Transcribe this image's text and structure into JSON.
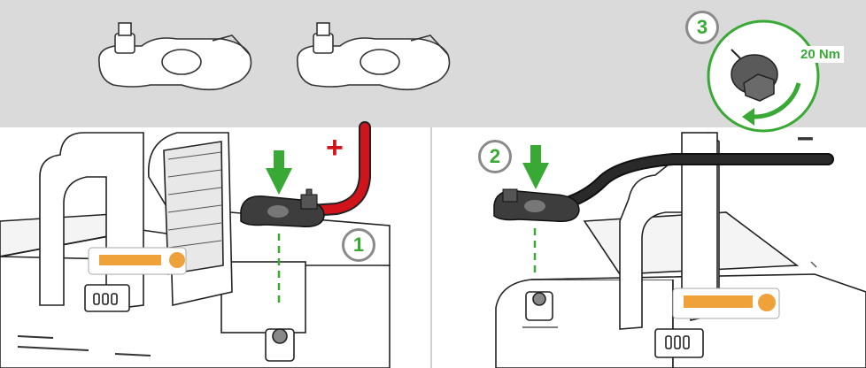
{
  "steps": {
    "step1": "1",
    "step2": "2",
    "step3": "3"
  },
  "torque": "20 Nm",
  "polarity": {
    "positive": "+",
    "negative": "–"
  },
  "colors": {
    "accent_green": "#39a935",
    "red_cable": "#d1141b",
    "black_cable": "#2a2a2a",
    "band_gray": "#dadada",
    "logo_orange": "#f0a23a"
  },
  "icons": [
    "terminal-clamp",
    "down-arrow",
    "wrench-rotate",
    "battery"
  ]
}
